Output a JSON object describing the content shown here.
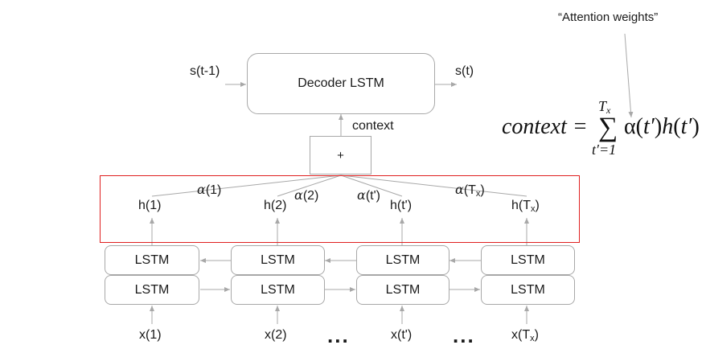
{
  "annotation": {
    "attention_weights": "“Attention weights”"
  },
  "decoder": {
    "label": "Decoder LSTM",
    "input": "s(t-1)",
    "output": "s(t)",
    "context_label": "context",
    "sum_symbol": "+"
  },
  "hidden_states": [
    {
      "base": "h(",
      "sub": "",
      "rest": "1)"
    },
    {
      "base": "h(",
      "sub": "",
      "rest": "2)"
    },
    {
      "base": "h(",
      "sub": "",
      "rest": "t')"
    },
    {
      "base": "h(T",
      "sub": "x",
      "rest": ")"
    }
  ],
  "alphas": [
    {
      "sym": "α",
      "arg": "(1)",
      "sub": "",
      "end": ""
    },
    {
      "sym": "α",
      "arg": "(2)",
      "sub": "",
      "end": ""
    },
    {
      "sym": "α",
      "arg": "(t')",
      "sub": "",
      "end": ""
    },
    {
      "sym": "α",
      "arg": "(T",
      "sub": "x",
      "end": ")"
    }
  ],
  "encoder": {
    "cell_label": "LSTM",
    "inputs": [
      {
        "base": "x(",
        "sub": "",
        "rest": "1)"
      },
      {
        "base": "x(",
        "sub": "",
        "rest": "2)"
      },
      {
        "base": "x(",
        "sub": "",
        "rest": "t')"
      },
      {
        "base": "x(T",
        "sub": "x",
        "rest": ")"
      }
    ],
    "ellipsis": "..."
  },
  "formula": {
    "lhs": "context =",
    "sum": "∑",
    "upper_T": "T",
    "upper_sub": "x",
    "lower": "t′=1",
    "alpha": "α(",
    "t1": "t′",
    "mid": ")",
    "h": "h",
    "open": "(",
    "t2": "t′",
    "close": ")"
  }
}
